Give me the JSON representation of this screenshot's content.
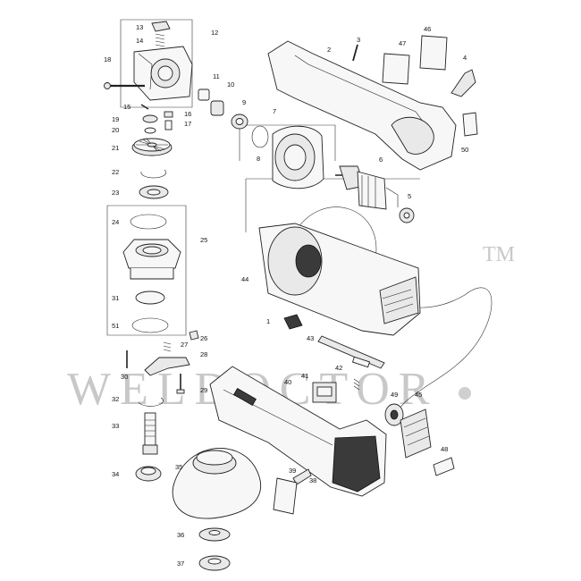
{
  "watermark": {
    "text": "WELDOCTOR",
    "tm": "TM"
  },
  "part_numbers": [
    "1",
    "2",
    "3",
    "4",
    "5",
    "6",
    "7",
    "8",
    "9",
    "10",
    "11",
    "12",
    "13",
    "14",
    "15",
    "16",
    "17",
    "18",
    "19",
    "20",
    "21",
    "22",
    "23",
    "24",
    "25",
    "26",
    "27",
    "28",
    "29",
    "30",
    "31",
    "32",
    "33",
    "34",
    "35",
    "36",
    "37",
    "38",
    "39",
    "40",
    "41",
    "42",
    "43",
    "44",
    "45",
    "46",
    "47",
    "48",
    "49",
    "50",
    "51"
  ]
}
